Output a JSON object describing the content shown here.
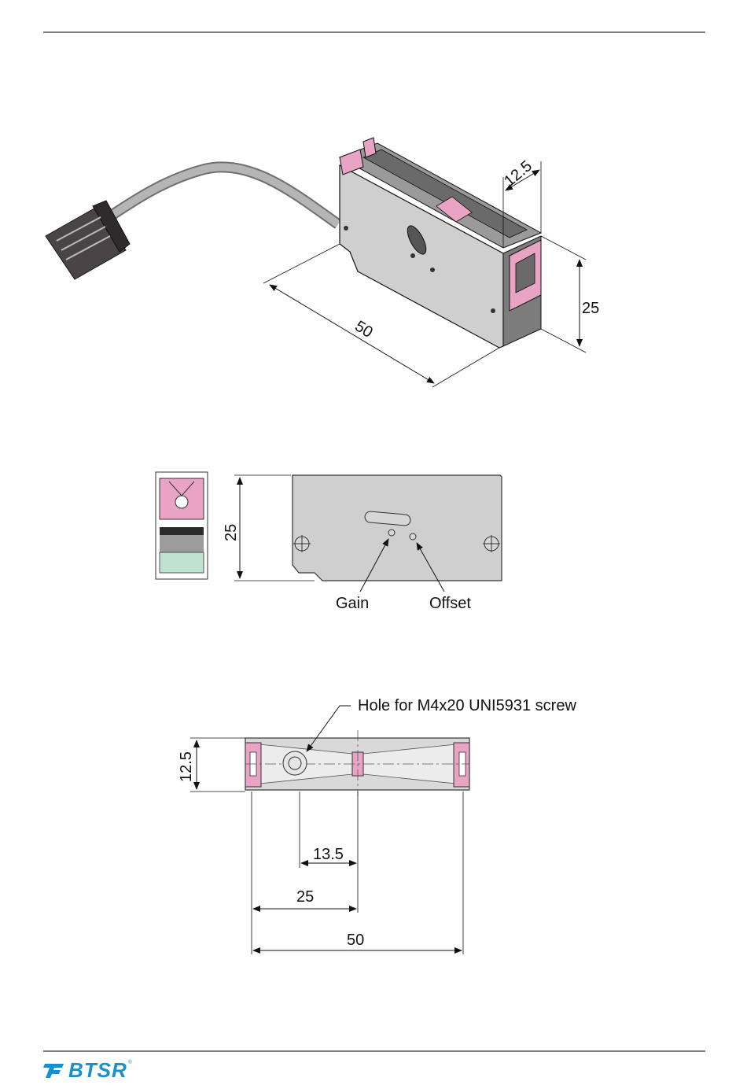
{
  "iso_view": {
    "dim_length": "50",
    "dim_height": "25",
    "dim_depth": "12.5"
  },
  "side_view": {
    "dim_height": "25",
    "label_gain": "Gain",
    "label_offset": "Offset"
  },
  "top_view": {
    "note_hole": "Hole for M4x20 UNI5931 screw",
    "dim_width": "12.5",
    "dim_hole_offset": "13.5",
    "dim_center": "25",
    "dim_total": "50"
  },
  "footer": {
    "brand": "BTSR",
    "reg_mark": "®"
  },
  "colors": {
    "pink": "#e9a3c4",
    "metal": "#c8c8c8",
    "metal_dark": "#8c8c8c",
    "green": "#bfe3cf",
    "brand_blue": "#1a8fd0",
    "rule": "#7d7d7d"
  }
}
